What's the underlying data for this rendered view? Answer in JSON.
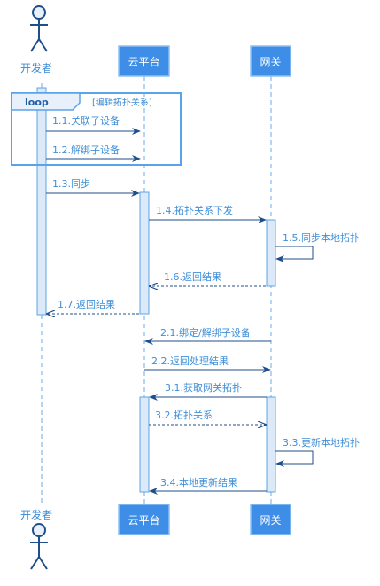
{
  "participants": {
    "developer": "开发者",
    "cloud": "云平台",
    "gateway": "网关"
  },
  "loop": {
    "keyword": "loop",
    "condition": "[编辑拓扑关系]"
  },
  "messages": [
    {
      "label": "1.1.关联子设备"
    },
    {
      "label": "1.2.解绑子设备"
    },
    {
      "label": "1.3.同步"
    },
    {
      "label": "1.4.拓扑关系下发"
    },
    {
      "label": "1.5.同步本地拓扑"
    },
    {
      "label": "1.6.返回结果"
    },
    {
      "label": "1.7.返回结果"
    },
    {
      "label": "2.1.绑定/解绑子设备"
    },
    {
      "label": "2.2.返回处理结果"
    },
    {
      "label": "3.1.获取网关拓扑"
    },
    {
      "label": "3.2.拓扑关系"
    },
    {
      "label": "3.3.更新本地拓扑"
    },
    {
      "label": "3.4.本地更新结果"
    }
  ],
  "colors": {
    "participant_fill": "#3e8ee8",
    "participant_border": "#8fc1f2",
    "lifeline": "#6aaee8",
    "activation_fill": "#dbe9f9",
    "activation_border": "#5ea4e6",
    "arrow": "#1f4f8a",
    "text": "#3f8fd8",
    "loop_border": "#5aa2ea"
  }
}
